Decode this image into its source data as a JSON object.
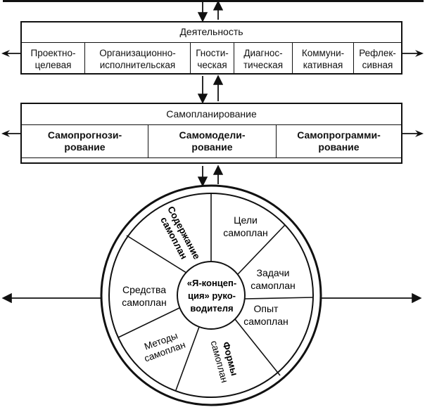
{
  "activity": {
    "title": "Деятельность",
    "items": [
      "Проектно-\nцелевая",
      "Организационно-\nисполнительская",
      "Гности-\nческая",
      "Диагнос-\nтическая",
      "Коммуни-\nкативная",
      "Рефлек-\nсивная"
    ]
  },
  "self_planning": {
    "title": "Самопланирование",
    "items": [
      "Самопрогнози-\nрование",
      "Самомодели-\nрование",
      "Самопрограмми-\nрование"
    ]
  },
  "wheel": {
    "center": [
      "«Я-концеп-",
      "ция» руко-",
      "водителя"
    ],
    "sectors": {
      "content": [
        "Содержание",
        "самоплан"
      ],
      "goals": [
        "Цели",
        "самоплан"
      ],
      "tasks": [
        "Задачи",
        "самоплан"
      ],
      "experience": [
        "Опыт",
        "самоплан"
      ],
      "forms": [
        "Формы",
        "самоплан"
      ],
      "methods": [
        "Методы",
        "самоплан"
      ],
      "means": [
        "Средства",
        "самоплан"
      ]
    }
  },
  "colors": {
    "ink": "#111111",
    "paper": "#ffffff"
  }
}
